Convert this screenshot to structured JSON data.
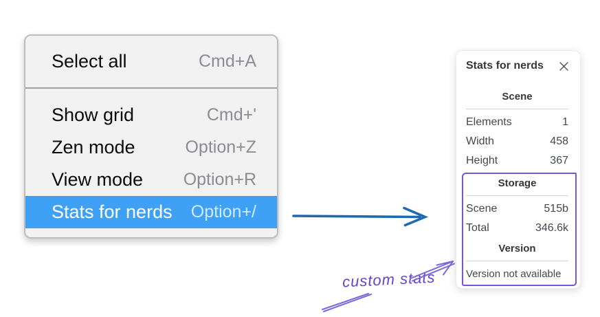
{
  "menu": {
    "items": [
      {
        "label": "Select all",
        "shortcut": "Cmd+A"
      },
      {
        "label": "Show grid",
        "shortcut": "Cmd+'"
      },
      {
        "label": "Zen mode",
        "shortcut": "Option+Z"
      },
      {
        "label": "View mode",
        "shortcut": "Option+R"
      },
      {
        "label": "Stats for nerds",
        "shortcut": "Option+/",
        "highlighted": true
      }
    ]
  },
  "panel": {
    "title": "Stats for nerds",
    "sections": [
      {
        "heading": "Scene",
        "rows": [
          {
            "label": "Elements",
            "value": "1"
          },
          {
            "label": "Width",
            "value": "458"
          },
          {
            "label": "Height",
            "value": "367"
          }
        ]
      },
      {
        "heading": "Storage",
        "rows": [
          {
            "label": "Scene",
            "value": "515b"
          },
          {
            "label": "Total",
            "value": "346.6k"
          }
        ]
      },
      {
        "heading": "Version",
        "note": "Version not available"
      }
    ]
  },
  "annotation": {
    "label": "custom stats"
  },
  "colors": {
    "menu_highlight": "#3ea1f6",
    "flow_arrow_blue": "#1f68b2",
    "annotation_purple": "#6741d9"
  }
}
